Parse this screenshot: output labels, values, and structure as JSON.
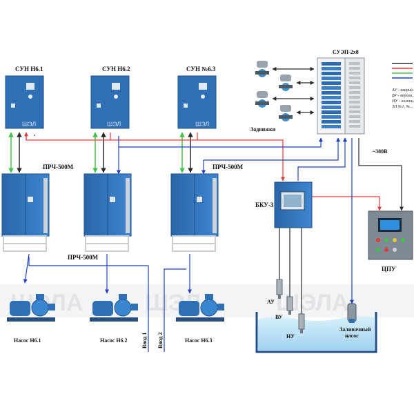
{
  "labels": {
    "sun1": "СУН Н6.1",
    "sun2": "СУН Н6.2",
    "sun3": "СУН №6.3",
    "suep": "СУЭП-2x8",
    "prch_a": "ПРЧ-500М",
    "prch_b": "ПРЧ-500М",
    "prch_c": "ПРЧ-500М",
    "valves": "Задвижки",
    "bku": "БКУ-3",
    "cpu": "ЦПУ",
    "mains": "~380В",
    "pump1": "Насос Н6.1",
    "pump2": "Насос Н6.2",
    "pump3": "Насос Н6.3",
    "input1": "Ввод 1",
    "input2": "Ввод 2",
    "au": "АУ",
    "vu": "ВУ",
    "nu": "НУ",
    "priming_pump_l1": "Заливочный",
    "priming_pump_l2": "насос",
    "panel_logo": "ШЭЛ"
  },
  "legend": [
    {
      "color": "#2a2a2a",
      "text": ""
    },
    {
      "color": "#e53935",
      "text": ""
    },
    {
      "color": "#43c24a",
      "text": ""
    },
    {
      "color": "#1e3fbf",
      "text": ""
    },
    {
      "text": "АУ - аварий..."
    },
    {
      "text": "ВУ - верхни..."
    },
    {
      "text": "НУ - нижни..."
    },
    {
      "text": "ЗН №1, №..."
    }
  ],
  "watermark": [
    "ШЭЛА",
    "ШЭЛА",
    "ШЭЛА"
  ],
  "colors": {
    "panel": "#2f6fb5",
    "signal_black": "#2a2a2a",
    "signal_red": "#e53935",
    "signal_green": "#43c24a",
    "signal_blue": "#1e3fbf",
    "water": "#bfe3f5"
  }
}
